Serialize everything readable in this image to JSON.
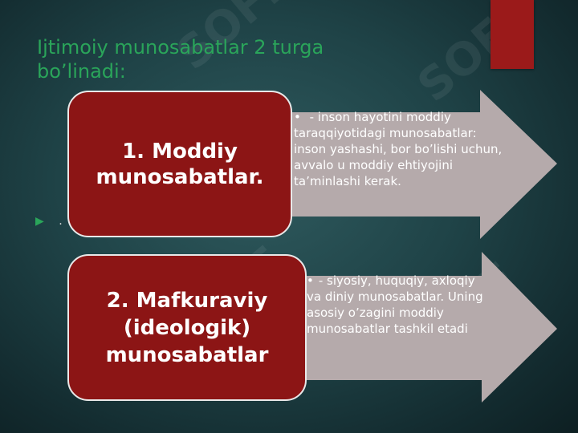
{
  "slide": {
    "title": "Ijtimoiy munosabatlar 2 turga bo’linadi:",
    "bullet_symbol": "▶",
    "bullet_text": ".",
    "boxes": [
      {
        "heading": "1. Moddiy munosabatlar.",
        "arrow_bullet": "•",
        "arrow_text": " -   inson   hayotini moddiy taraqqiyotidagi munosabatlar: inson yashashi, bor bo’lishi uchun, avvalo u moddiy ehtiyojini ta’minlashi kerak."
      },
      {
        "heading": "2. Mafkuraviy (ideologik) munosabatlar",
        "arrow_bullet": "•",
        "arrow_text": "- siyosiy, huquqiy, axloqiy va diniy  munosabatlar. Uning  asosiy o’zagini moddiy munosabatlar tashkil etadi"
      }
    ]
  },
  "colors": {
    "title_green": "#2aa55a",
    "box_red": "#8c1515",
    "arrow_gray": "#b5aaab"
  },
  "watermark": "SOFF"
}
